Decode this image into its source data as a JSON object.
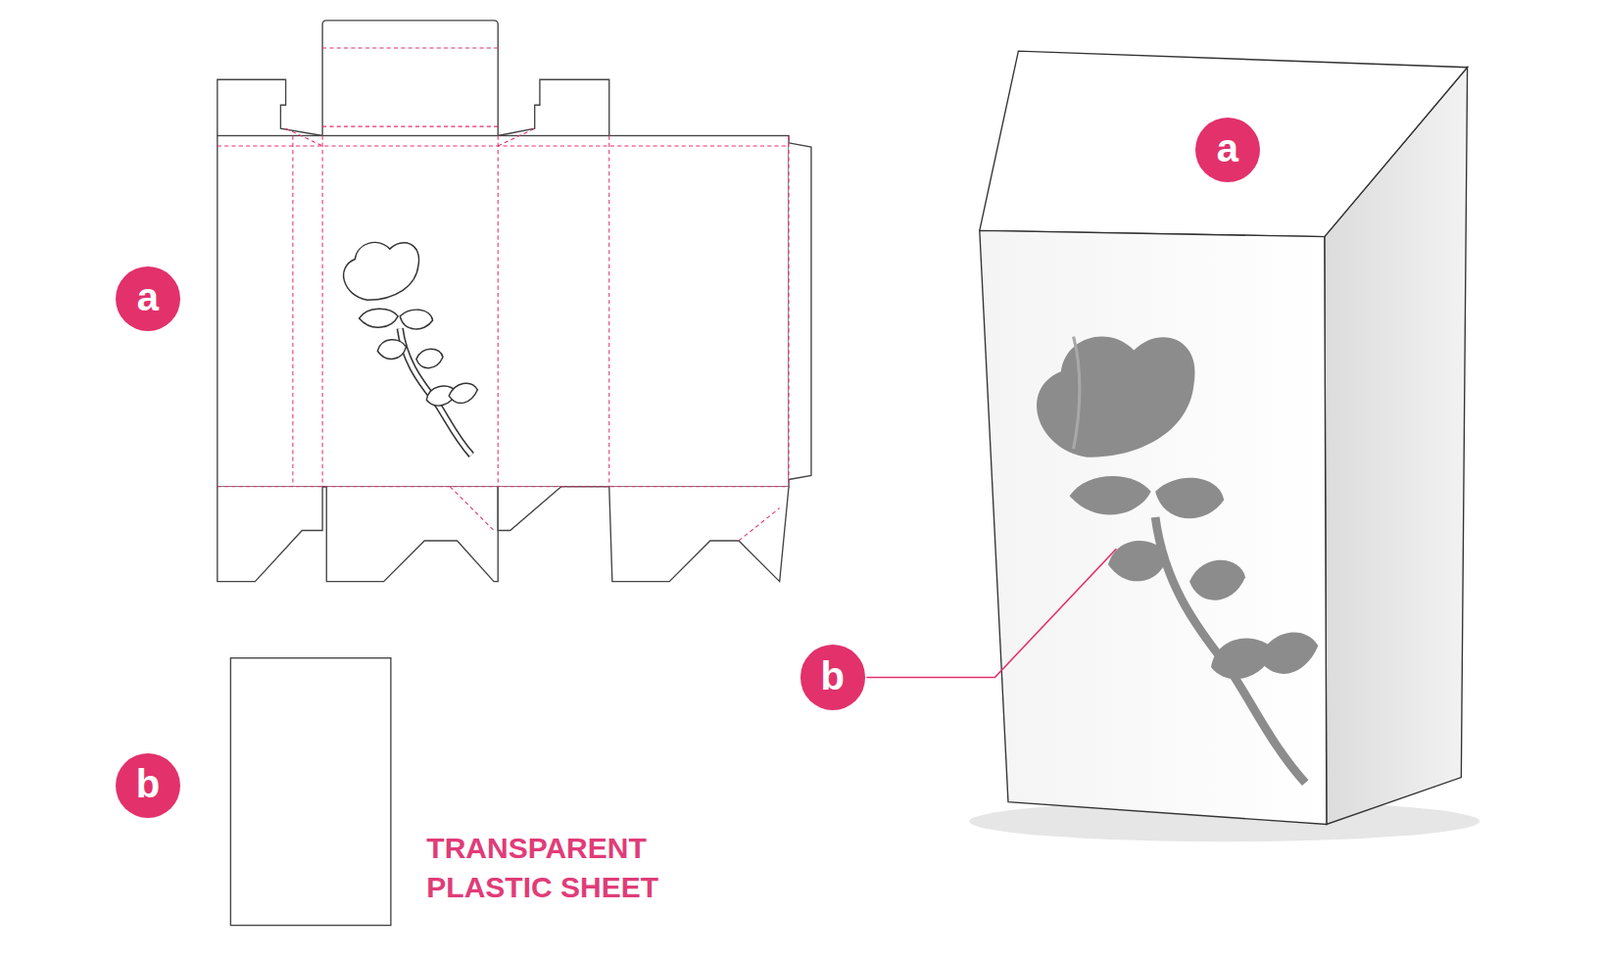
{
  "diagram": {
    "nodes": [
      {
        "text": [
          "a"
        ]
      },
      {
        "text": [
          "a"
        ]
      },
      {
        "text": [
          "b"
        ]
      },
      {
        "text": [
          "b"
        ]
      }
    ],
    "labels": [
      "TRANSPARENT PLASTIC SHEET"
    ]
  }
}
